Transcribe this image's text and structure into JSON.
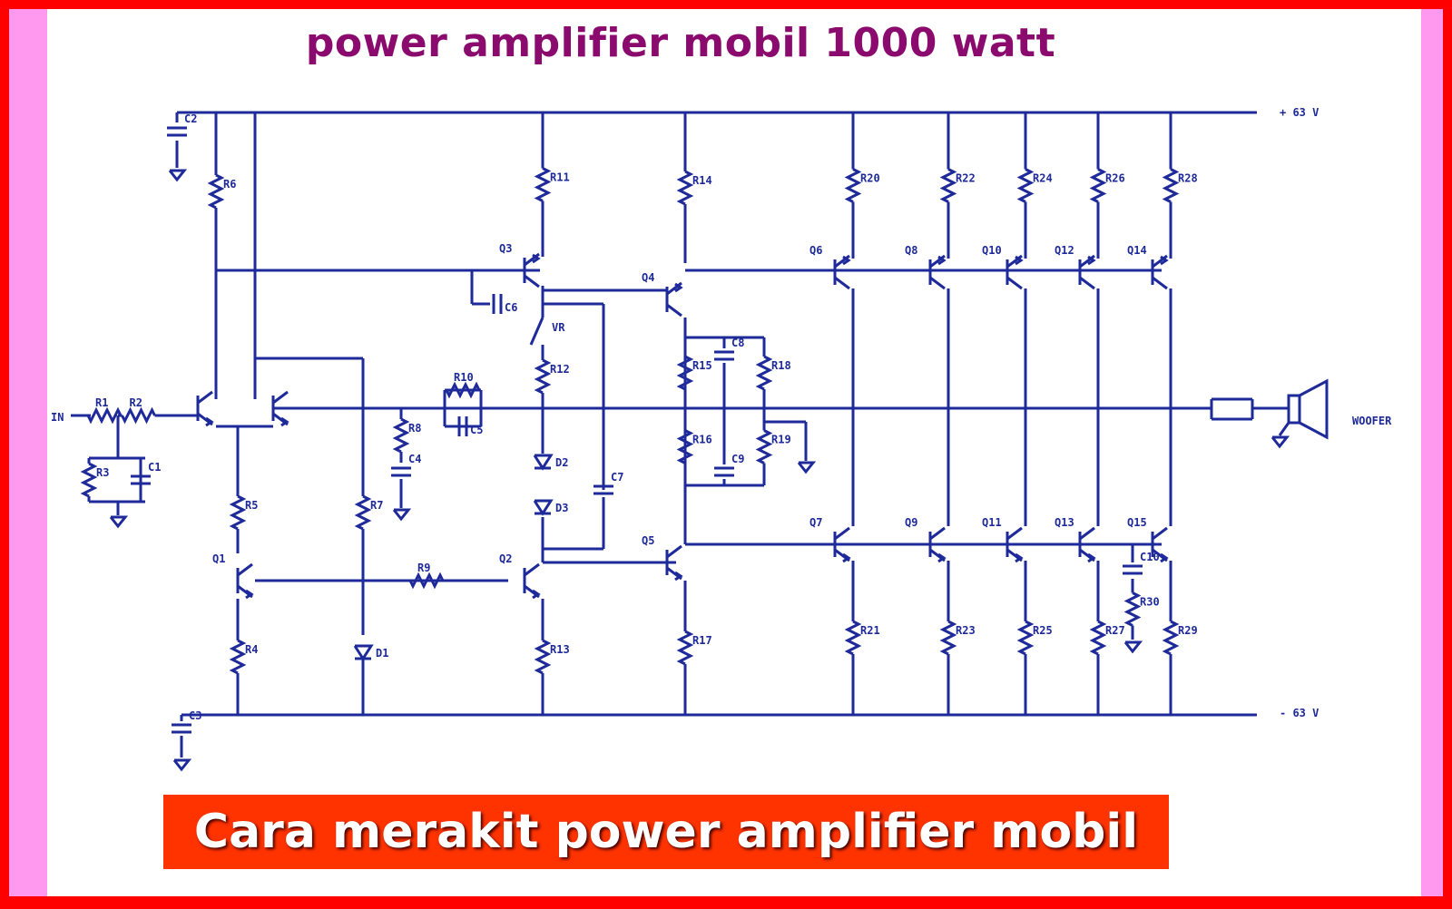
{
  "title": "power amplifier mobil 1000 watt",
  "banner": "Cara merakit power amplifier mobil",
  "rails": {
    "positive": "+ 63 V",
    "negative": "- 63 V"
  },
  "terminals": {
    "input": "IN",
    "output": "WOOFER"
  },
  "components": {
    "resistors": [
      "R1",
      "R2",
      "R3",
      "R4",
      "R5",
      "R6",
      "R7",
      "R8",
      "R9",
      "R10",
      "R11",
      "R12",
      "R13",
      "R14",
      "R15",
      "R16",
      "R17",
      "R18",
      "R19",
      "R20",
      "R21",
      "R22",
      "R23",
      "R24",
      "R25",
      "R26",
      "R27",
      "R28",
      "R29",
      "R30"
    ],
    "capacitors": [
      "C1",
      "C2",
      "C3",
      "C4",
      "C5",
      "C6",
      "C7",
      "C8",
      "C9",
      "C10"
    ],
    "transistors": [
      "Q1",
      "Q2",
      "Q3",
      "Q4",
      "Q5",
      "Q6",
      "Q7",
      "Q8",
      "Q9",
      "Q10",
      "Q11",
      "Q12",
      "Q13",
      "Q14",
      "Q15"
    ],
    "diodes": [
      "D1",
      "D2",
      "D3"
    ],
    "trimmer": "VR"
  },
  "colors": {
    "border": "#ff0000",
    "inner_border": "#ff99f0",
    "wire": "#1e2a9a",
    "title": "#8b0a6e",
    "banner": "#ff3300"
  }
}
